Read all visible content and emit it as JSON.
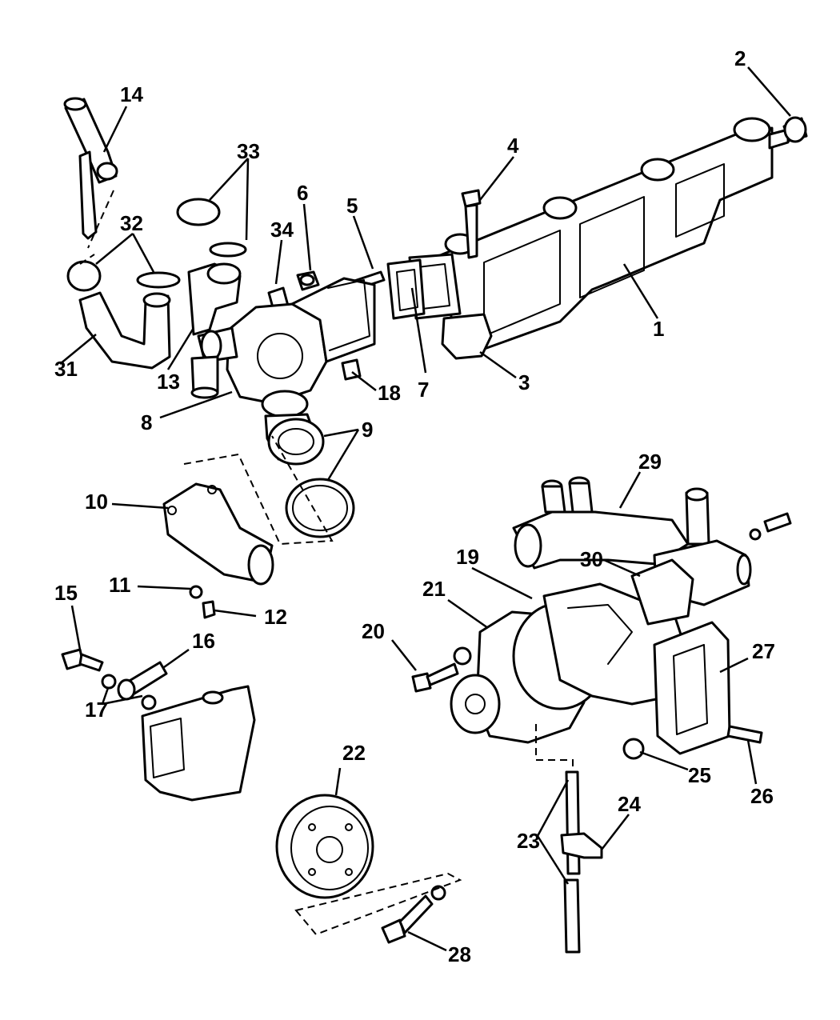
{
  "callouts": [
    "1",
    "2",
    "3",
    "4",
    "5",
    "6",
    "7",
    "8",
    "9",
    "10",
    "11",
    "12",
    "13",
    "14",
    "15",
    "16",
    "17",
    "18",
    "19",
    "20",
    "21",
    "22",
    "23",
    "24",
    "25",
    "26",
    "27",
    "28",
    "29",
    "30",
    "31",
    "32",
    "33",
    "34"
  ],
  "colors": {
    "line": "#000000",
    "background": "#ffffff"
  }
}
